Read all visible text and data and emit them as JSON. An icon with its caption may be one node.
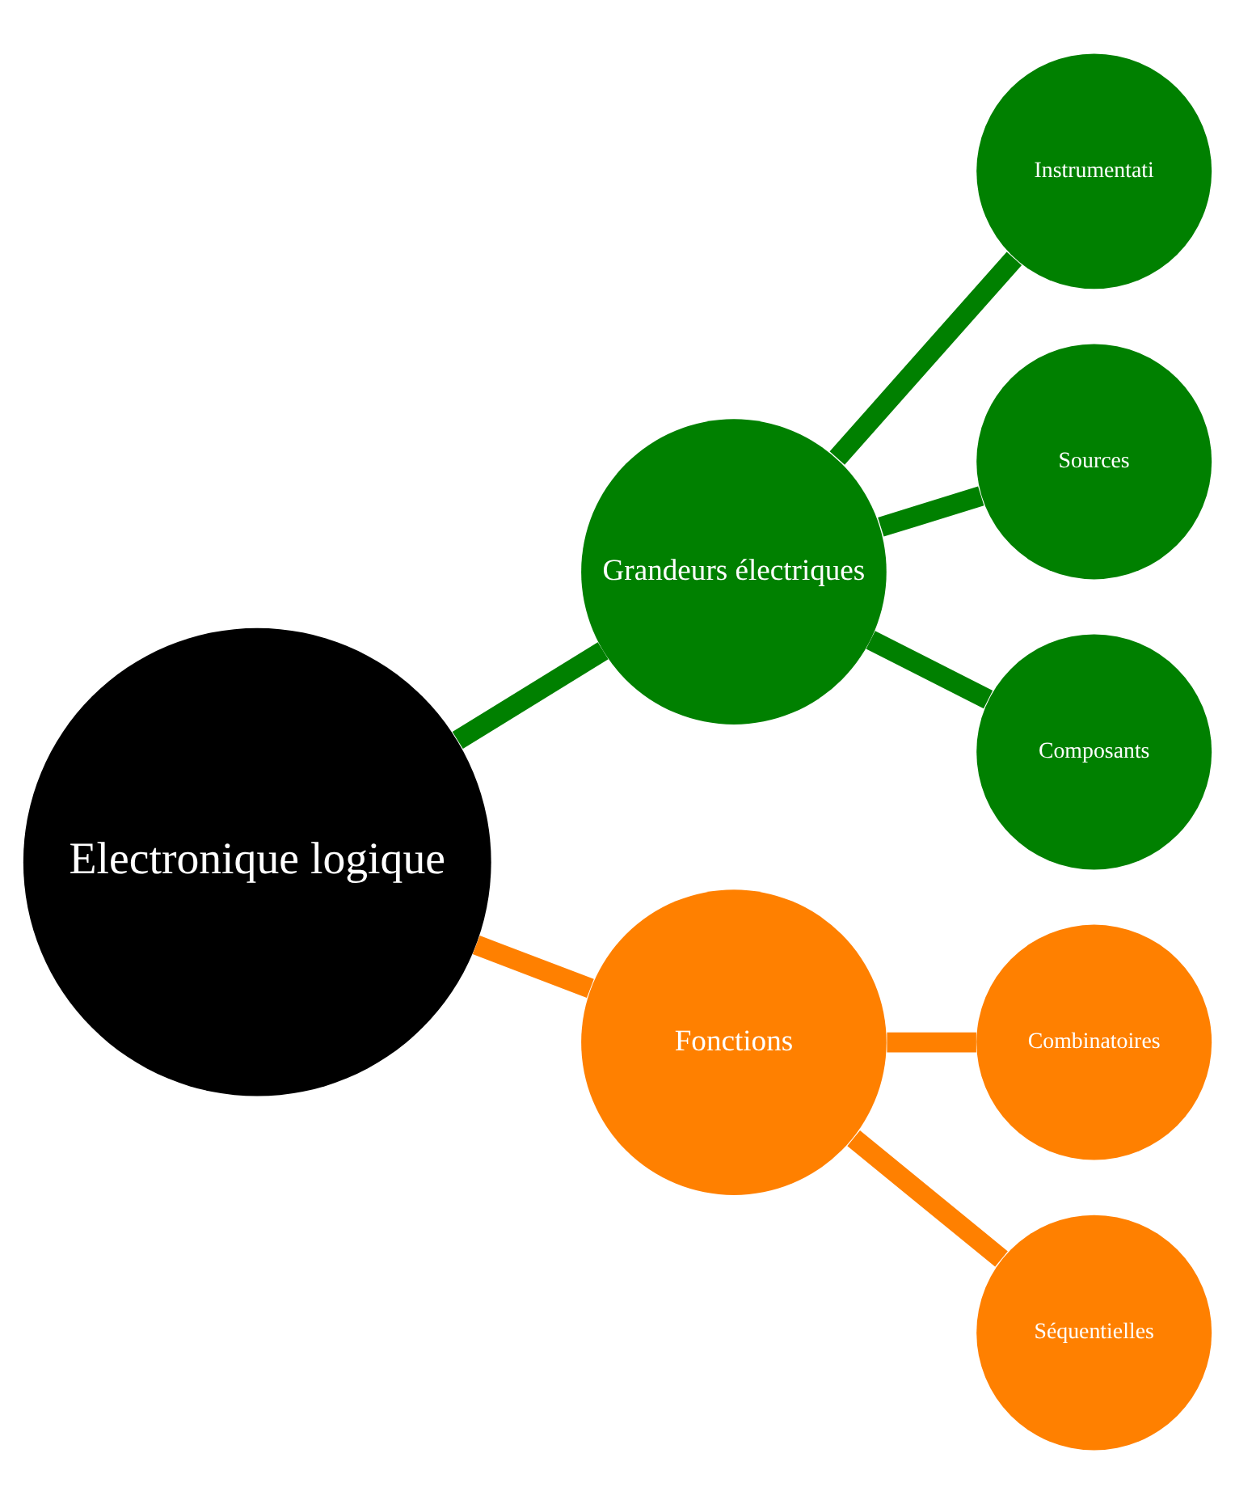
{
  "diagram": {
    "nodes": [
      {
        "text": [
          "Electronique logique"
        ]
      },
      {
        "text": [
          "Grandeurs électriques"
        ]
      },
      {
        "text": [
          "Instrumentati"
        ]
      },
      {
        "text": [
          "Sources"
        ]
      },
      {
        "text": [
          "Composants"
        ]
      },
      {
        "text": [
          "Fonctions"
        ]
      },
      {
        "text": [
          "Combinatoires"
        ]
      },
      {
        "text": [
          "Séquentielles"
        ]
      }
    ],
    "edges": [
      {
        "from": 0,
        "to": 1,
        "arrow": "none"
      },
      {
        "from": 1,
        "to": 2,
        "arrow": "none"
      },
      {
        "from": 1,
        "to": 3,
        "arrow": "none"
      },
      {
        "from": 1,
        "to": 4,
        "arrow": "none"
      },
      {
        "from": 0,
        "to": 5,
        "arrow": "none",
        "color": "#ff8000"
      },
      {
        "from": 5,
        "to": 6,
        "arrow": "none",
        "color": "#ff8000"
      },
      {
        "from": 5,
        "to": 7,
        "arrow": "none",
        "color": "#ff8000"
      }
    ]
  }
}
